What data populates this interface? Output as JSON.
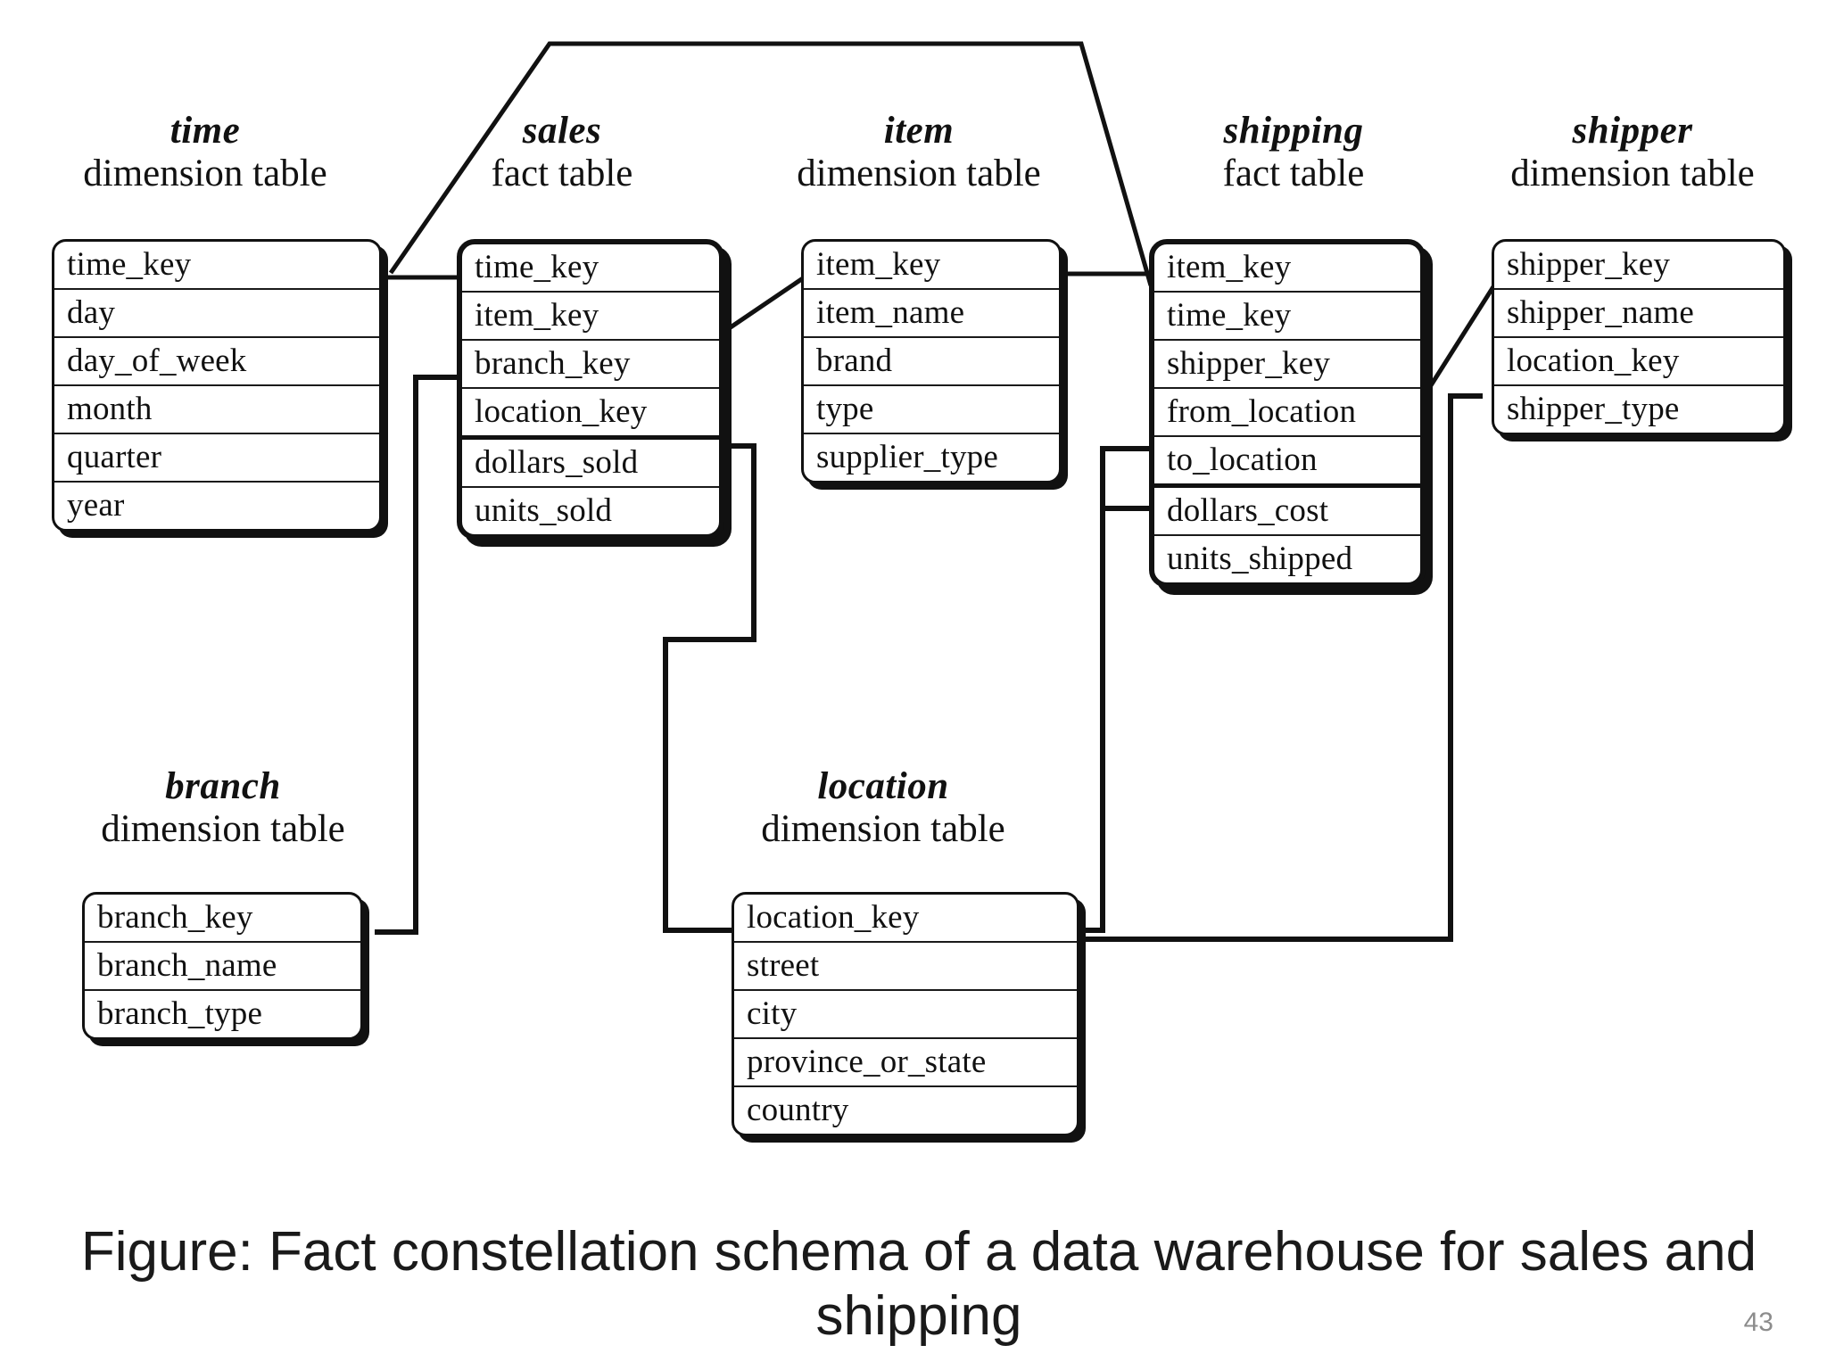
{
  "figure": {
    "caption": "Figure: Fact constellation schema of a data warehouse for sales and shipping",
    "page_number": "43"
  },
  "labels": {
    "dimension_table": "dimension table",
    "fact_table": "fact table"
  },
  "tables": {
    "time": {
      "name": "time",
      "kind": "dimension table",
      "type": "dimension",
      "columns": [
        "time_key",
        "day",
        "day_of_week",
        "month",
        "quarter",
        "year"
      ]
    },
    "sales": {
      "name": "sales",
      "kind": "fact table",
      "type": "fact",
      "columns": [
        "time_key",
        "item_key",
        "branch_key",
        "location_key",
        "dollars_sold",
        "units_sold"
      ],
      "measures_start_index": 4
    },
    "item": {
      "name": "item",
      "kind": "dimension table",
      "type": "dimension",
      "columns": [
        "item_key",
        "item_name",
        "brand",
        "type",
        "supplier_type"
      ]
    },
    "shipping": {
      "name": "shipping",
      "kind": "fact table",
      "type": "fact",
      "columns": [
        "item_key",
        "time_key",
        "shipper_key",
        "from_location",
        "to_location",
        "dollars_cost",
        "units_shipped"
      ],
      "measures_start_index": 5
    },
    "shipper": {
      "name": "shipper",
      "kind": "dimension table",
      "type": "dimension",
      "columns": [
        "shipper_key",
        "shipper_name",
        "location_key",
        "shipper_type"
      ]
    },
    "branch": {
      "name": "branch",
      "kind": "dimension table",
      "type": "dimension",
      "columns": [
        "branch_key",
        "branch_name",
        "branch_type"
      ]
    },
    "location": {
      "name": "location",
      "kind": "dimension table",
      "type": "dimension",
      "columns": [
        "location_key",
        "street",
        "city",
        "province_or_state",
        "country"
      ]
    }
  },
  "relationships": [
    {
      "from": "time.time_key",
      "to": "sales.time_key"
    },
    {
      "from": "sales.item_key",
      "to": "item.item_key"
    },
    {
      "from": "sales.branch_key",
      "to": "branch.branch_key"
    },
    {
      "from": "sales.location_key",
      "to": "location.location_key"
    },
    {
      "from": "time.time_key",
      "to": "shipping.time_key"
    },
    {
      "from": "item.item_key",
      "to": "shipping.item_key"
    },
    {
      "from": "shipping.shipper_key",
      "to": "shipper.shipper_key"
    },
    {
      "from": "shipping.from_location",
      "to": "location.location_key"
    },
    {
      "from": "shipping.to_location",
      "to": "location.location_key"
    },
    {
      "from": "shipper.location_key",
      "to": "location.location_key"
    }
  ],
  "colors": {
    "ink": "#111111",
    "background": "#ffffff",
    "page_number": "#8c8c8c"
  }
}
